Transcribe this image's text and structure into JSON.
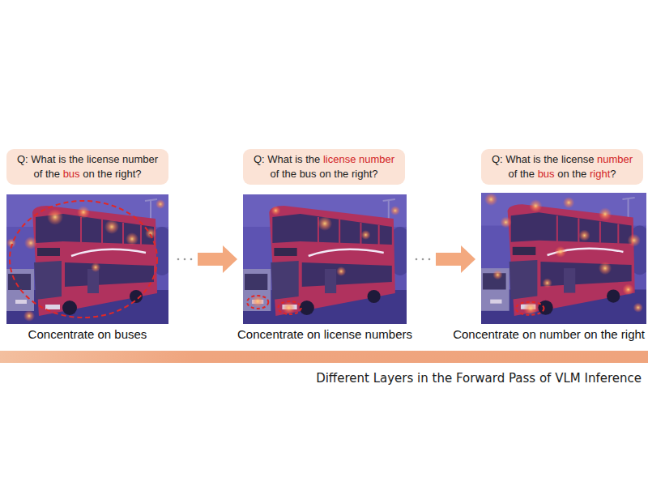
{
  "diagram": {
    "nodes": [
      {
        "text": [
          "Q: What is the license number of the bus on the right?"
        ]
      },
      {
        "text": [
          "Q: What is the license number of the bus on the right?"
        ]
      },
      {
        "text": [
          "Q: What is the license number of the bus on the right?"
        ]
      },
      {
        "text": [
          "Concentrate on buses"
        ]
      },
      {
        "text": [
          "Concentrate on license numbers"
        ]
      },
      {
        "text": [
          "Concentrate on number on the right"
        ]
      }
    ],
    "edges": [
      {
        "from": 3,
        "to": 4,
        "arrow": "to"
      },
      {
        "from": 4,
        "to": 5,
        "arrow": "to"
      }
    ],
    "labels": [
      "Different Layers in the Forward Pass of VLM Inference"
    ]
  }
}
